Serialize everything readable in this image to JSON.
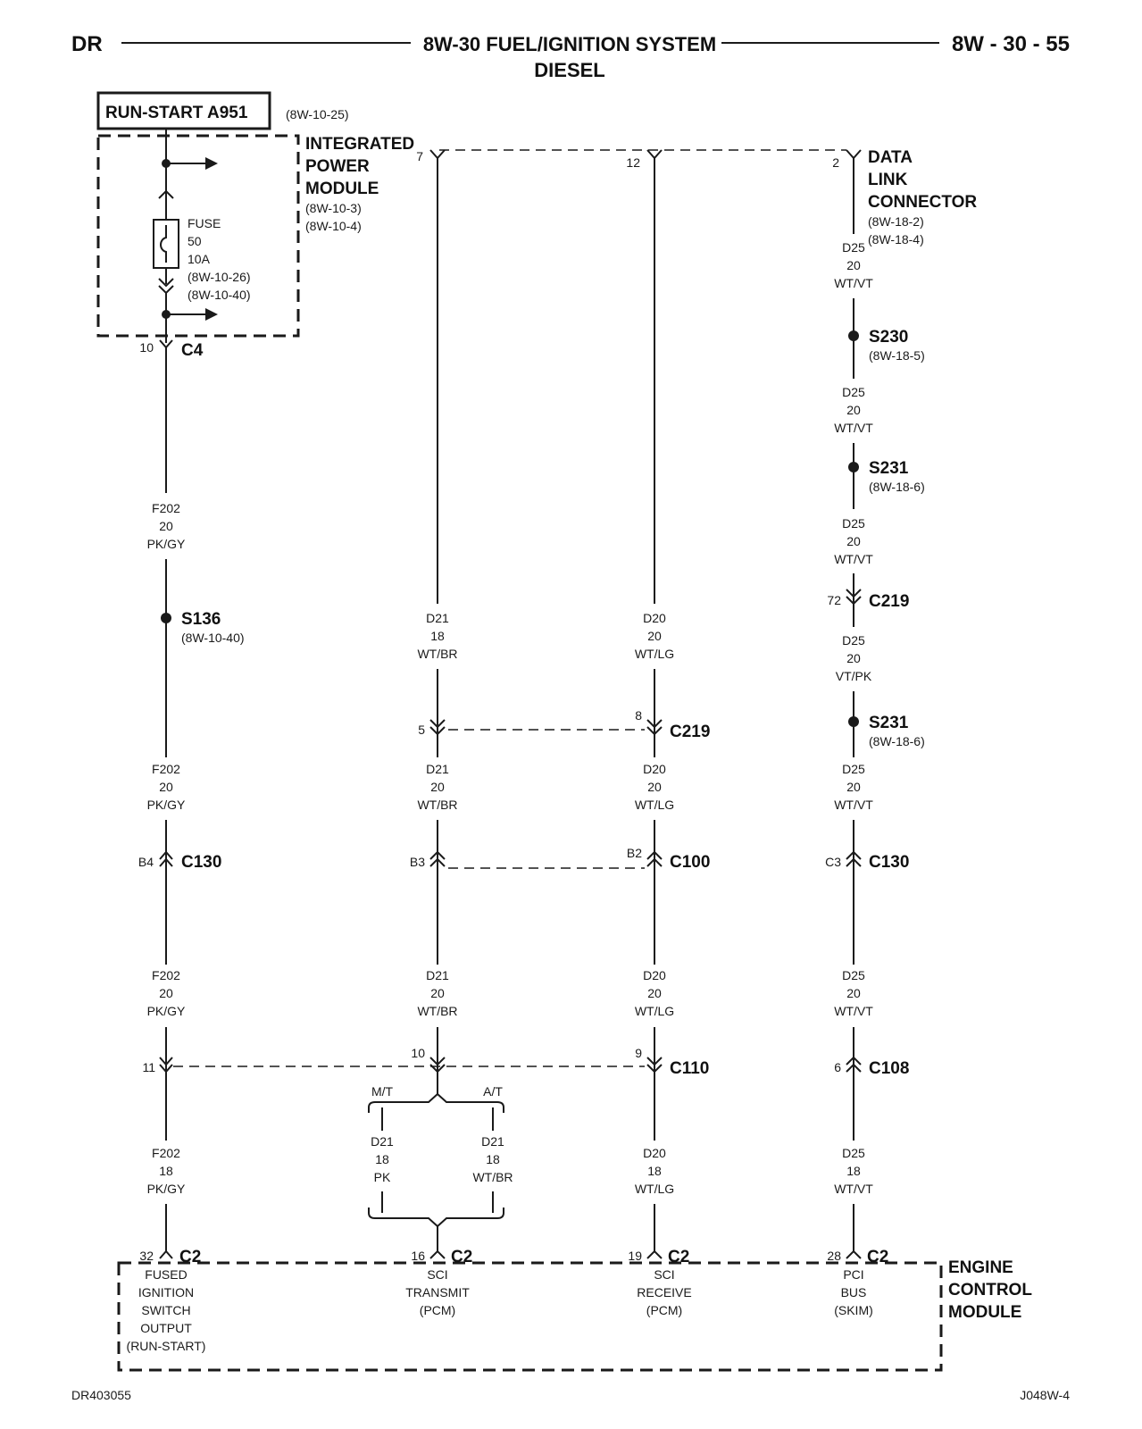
{
  "header": {
    "left": "DR",
    "title": "8W-30 FUEL/IGNITION SYSTEM",
    "subtitle": "DIESEL",
    "page": "8W - 30 - 55"
  },
  "power_source": {
    "label": "RUN-START A951",
    "ref": "(8W-10-25)"
  },
  "ipm": {
    "name": [
      "INTEGRATED",
      "POWER",
      "MODULE"
    ],
    "refs": [
      "(8W-10-3)",
      "(8W-10-4)"
    ],
    "fuse": [
      "FUSE",
      "50",
      "10A",
      "(8W-10-26)",
      "(8W-10-40)"
    ],
    "connector": {
      "pin": "10",
      "name": "C4"
    }
  },
  "dlc": {
    "name": [
      "DATA",
      "LINK",
      "CONNECTOR"
    ],
    "refs": [
      "(8W-18-2)",
      "(8W-18-4)"
    ],
    "pins": {
      "p7": "7",
      "p12": "12",
      "p2": "2"
    }
  },
  "splices": {
    "s136": {
      "name": "S136",
      "ref": "(8W-10-40)"
    },
    "s230": {
      "name": "S230",
      "ref": "(8W-18-5)"
    },
    "s231a": {
      "name": "S231",
      "ref": "(8W-18-6)"
    },
    "s231b": {
      "name": "S231",
      "ref": "(8W-18-6)"
    }
  },
  "wires": {
    "f202_a": [
      "F202",
      "20",
      "PK/GY"
    ],
    "f202_b": [
      "F202",
      "20",
      "PK/GY"
    ],
    "f202_c": [
      "F202",
      "20",
      "PK/GY"
    ],
    "f202_d": [
      "F202",
      "18",
      "PK/GY"
    ],
    "d21_a": [
      "D21",
      "18",
      "WT/BR"
    ],
    "d21_b": [
      "D21",
      "20",
      "WT/BR"
    ],
    "d21_c": [
      "D21",
      "20",
      "WT/BR"
    ],
    "d21_mt": [
      "D21",
      "18",
      "PK"
    ],
    "d21_at": [
      "D21",
      "18",
      "WT/BR"
    ],
    "d20_a": [
      "D20",
      "20",
      "WT/LG"
    ],
    "d20_b": [
      "D20",
      "20",
      "WT/LG"
    ],
    "d20_c": [
      "D20",
      "20",
      "WT/LG"
    ],
    "d20_d": [
      "D20",
      "18",
      "WT/LG"
    ],
    "d25_a": [
      "D25",
      "20",
      "WT/VT"
    ],
    "d25_b": [
      "D25",
      "20",
      "WT/VT"
    ],
    "d25_c": [
      "D25",
      "20",
      "WT/VT"
    ],
    "d25_d": [
      "D25",
      "20",
      "VT/PK"
    ],
    "d25_e": [
      "D25",
      "20",
      "WT/VT"
    ],
    "d25_f": [
      "D25",
      "20",
      "WT/VT"
    ],
    "d25_g": [
      "D25",
      "18",
      "WT/VT"
    ]
  },
  "connectors": {
    "c219_top": {
      "pin": "72",
      "name": "C219"
    },
    "c219_mid": {
      "pin_left": "5",
      "pin_right": "8",
      "name": "C219"
    },
    "c130_left": {
      "pin": "B4",
      "name": "C130"
    },
    "c100": {
      "pin_left": "B3",
      "pin_right": "B2",
      "name": "C100"
    },
    "c130_right": {
      "pin": "C3",
      "name": "C130"
    },
    "c110": {
      "pin_left": "11",
      "pin_mid": "10",
      "pin_right": "9",
      "name": "C110"
    },
    "c108": {
      "pin": "6",
      "name": "C108"
    }
  },
  "options": {
    "mt": "M/T",
    "at": "A/T"
  },
  "ecm": {
    "name": [
      "ENGINE",
      "CONTROL",
      "MODULE"
    ],
    "pins": [
      {
        "pin": "32",
        "conn": "C2",
        "desc": [
          "FUSED",
          "IGNITION",
          "SWITCH",
          "OUTPUT",
          "(RUN-START)"
        ]
      },
      {
        "pin": "16",
        "conn": "C2",
        "desc": [
          "SCI",
          "TRANSMIT",
          "(PCM)"
        ]
      },
      {
        "pin": "19",
        "conn": "C2",
        "desc": [
          "SCI",
          "RECEIVE",
          "(PCM)"
        ]
      },
      {
        "pin": "28",
        "conn": "C2",
        "desc": [
          "PCI",
          "BUS",
          "(SKIM)"
        ]
      }
    ]
  },
  "footer": {
    "left": "DR403055",
    "right": "J048W-4"
  }
}
